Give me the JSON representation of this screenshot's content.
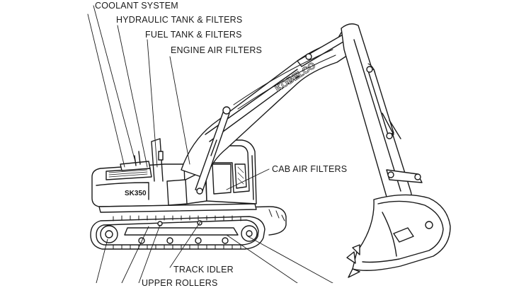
{
  "labels": {
    "coolant_system": "COOLANT SYSTEM",
    "hydraulic_tank_filters": "HYDRAULIC TANK & FILTERS",
    "fuel_tank_filters": "FUEL TANK & FILTERS",
    "engine_air_filters": "ENGINE AIR FILTERS",
    "cab_air_filters": "CAB AIR FILTERS",
    "track_idler": "TRACK IDLER",
    "upper_rollers": "UPPER ROLLERS"
  },
  "machine": {
    "brand": "KOBELCO",
    "model": "SK350"
  },
  "colors": {
    "ink": "#1a1a1a",
    "fill": "#ffffff",
    "shade": "#bdbdbd"
  }
}
